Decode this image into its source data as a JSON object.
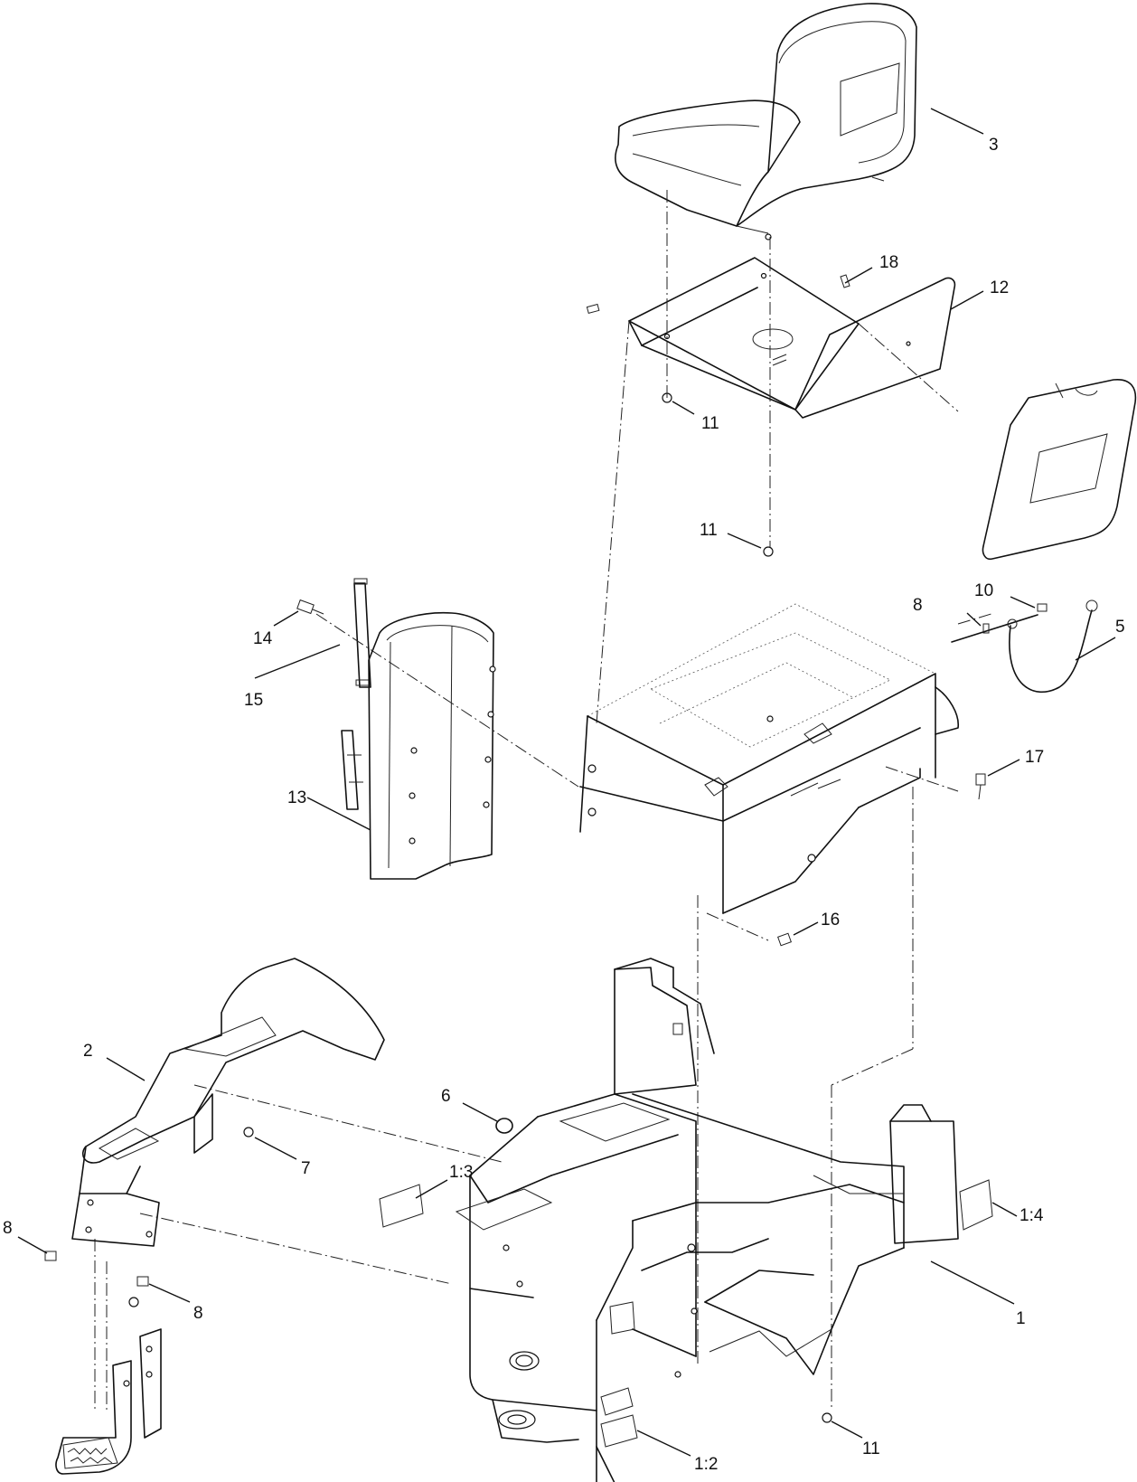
{
  "diagram": {
    "callouts": [
      {
        "id": "c3",
        "text": "3"
      },
      {
        "id": "c18",
        "text": "18"
      },
      {
        "id": "c12",
        "text": "12"
      },
      {
        "id": "c11a",
        "text": "11"
      },
      {
        "id": "c11b",
        "text": "11"
      },
      {
        "id": "c14",
        "text": "14"
      },
      {
        "id": "c15",
        "text": "15"
      },
      {
        "id": "c13",
        "text": "13"
      },
      {
        "id": "c8a",
        "text": "8"
      },
      {
        "id": "c10",
        "text": "10"
      },
      {
        "id": "c5",
        "text": "5"
      },
      {
        "id": "c17",
        "text": "17"
      },
      {
        "id": "c16",
        "text": "16"
      },
      {
        "id": "c2",
        "text": "2"
      },
      {
        "id": "c6",
        "text": "6"
      },
      {
        "id": "c7",
        "text": "7"
      },
      {
        "id": "c1_3",
        "text": "1:3"
      },
      {
        "id": "c1_4",
        "text": "1:4"
      },
      {
        "id": "c8b",
        "text": "8"
      },
      {
        "id": "c8c",
        "text": "8"
      },
      {
        "id": "c1",
        "text": "1"
      },
      {
        "id": "c11c",
        "text": "11"
      },
      {
        "id": "c1_2",
        "text": "1:2"
      }
    ]
  }
}
